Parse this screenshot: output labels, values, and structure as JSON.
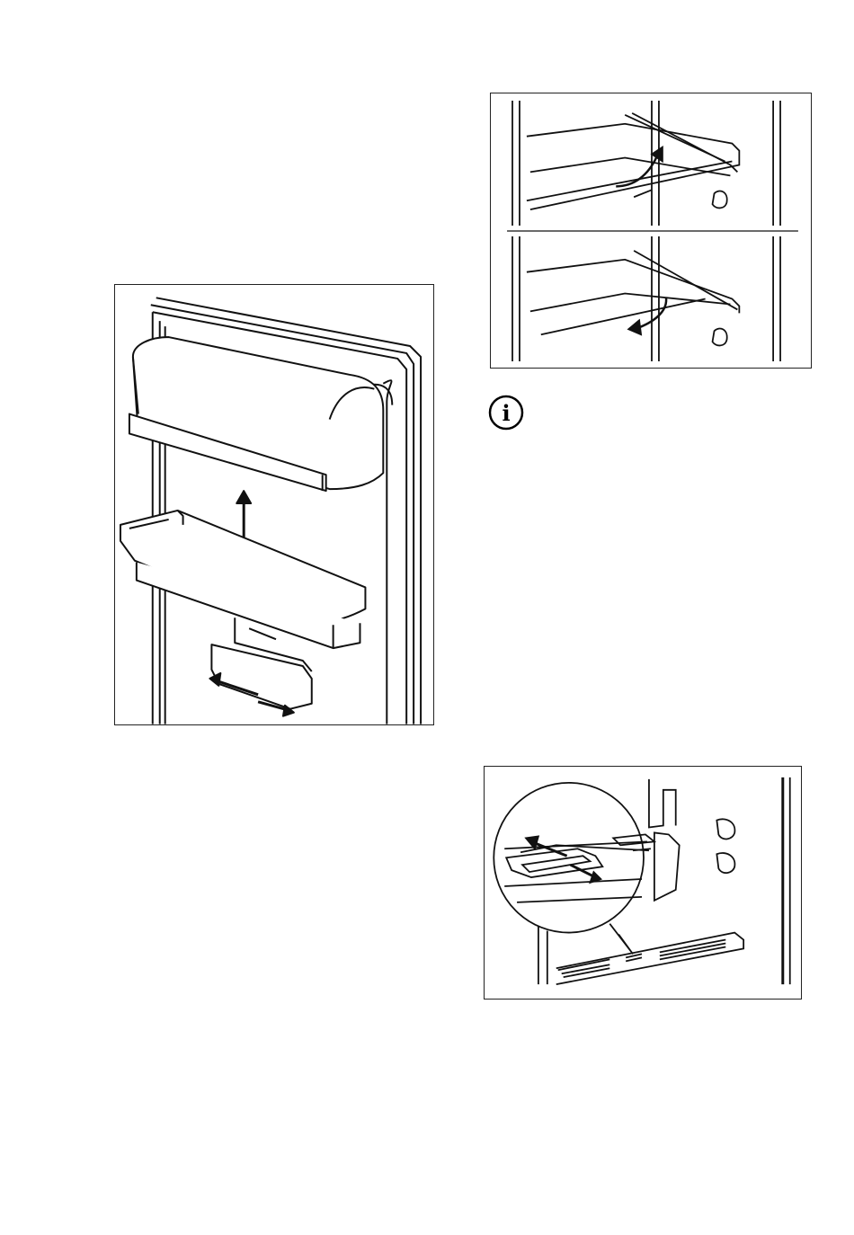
{
  "figures": [
    {
      "id": "door-shelf-removal",
      "icon": "arrow-up-icon"
    },
    {
      "id": "glass-shelf-tilt",
      "icon": "curved-arrow-icon"
    },
    {
      "id": "air-vent-slider",
      "icon": "double-arrow-icon"
    }
  ],
  "info_icon": {
    "glyph": "i",
    "color": "#000000"
  }
}
